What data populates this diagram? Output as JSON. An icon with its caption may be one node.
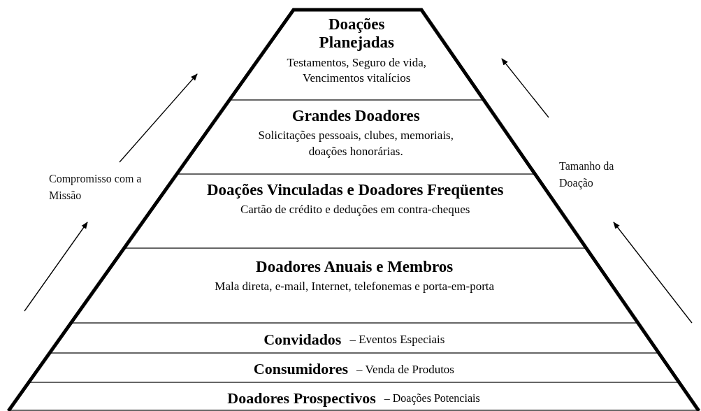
{
  "diagram": {
    "nodes": [
      {
        "text": [
          "Doações Planejadas",
          "Testamentos, Seguro de vida, Vencimentos vitalícios"
        ]
      },
      {
        "text": [
          "Grandes Doadores",
          "Solicitações pessoais, clubes, memoriais, doações honorárias."
        ]
      },
      {
        "text": [
          "Doações Vinculadas e Doadores Freqüentes",
          "Cartão de crédito e deduções em contra-cheques"
        ]
      },
      {
        "text": [
          "Doadores Anuais e Membros",
          "Mala direta, e-mail, Internet, telefonemas e porta-em-porta"
        ]
      },
      {
        "text": [
          "Convidados",
          "– Eventos Especiais"
        ]
      },
      {
        "text": [
          "Consumidores",
          "– Venda de Produtos"
        ]
      },
      {
        "text": [
          "Doadores Prospectivos",
          "– Doações Potenciais"
        ]
      }
    ],
    "labels": [
      "Compromisso com a Missão",
      "Tamanho da Doação"
    ]
  }
}
